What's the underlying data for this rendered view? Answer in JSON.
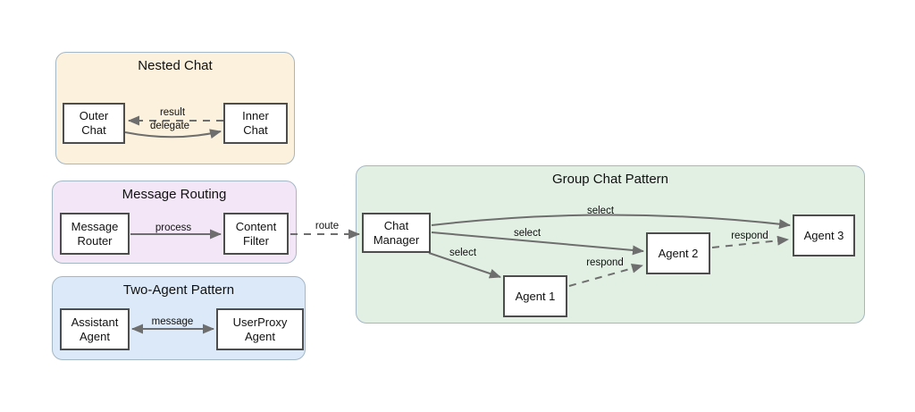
{
  "diagram": {
    "containers": {
      "nested_chat": {
        "title": "Nested Chat",
        "fill": "#fcf1dd"
      },
      "message_routing": {
        "title": "Message Routing",
        "fill": "#f3e7f7"
      },
      "two_agent": {
        "title": "Two-Agent Pattern",
        "fill": "#dce9f8"
      },
      "group_chat": {
        "title": "Group Chat Pattern",
        "fill": "#e2f0e4"
      }
    },
    "nodes": {
      "outer_chat": {
        "line1": "Outer",
        "line2": "Chat"
      },
      "inner_chat": {
        "line1": "Inner",
        "line2": "Chat"
      },
      "message_router": {
        "line1": "Message",
        "line2": "Router"
      },
      "content_filter": {
        "line1": "Content",
        "line2": "Filter"
      },
      "assistant_agent": {
        "line1": "Assistant",
        "line2": "Agent"
      },
      "userproxy_agent": {
        "line1": "UserProxy",
        "line2": "Agent"
      },
      "chat_manager": {
        "line1": "Chat",
        "line2": "Manager"
      },
      "agent_1": {
        "label": "Agent 1"
      },
      "agent_2": {
        "label": "Agent 2"
      },
      "agent_3": {
        "label": "Agent 3"
      }
    },
    "edge_labels": {
      "result": "result",
      "delegate": "delegate",
      "process": "process",
      "route": "route",
      "message": "message",
      "select_top": "select",
      "select_mid": "select",
      "select_low": "select",
      "respond_agent1_agent2": "respond",
      "respond_agent2_agent3": "respond"
    },
    "colors": {
      "container_border": "#a4b7c4",
      "node_border": "#4d4d4d",
      "node_fill": "#ffffff",
      "arrow": "#6e6e6e",
      "text": "#111111"
    }
  }
}
